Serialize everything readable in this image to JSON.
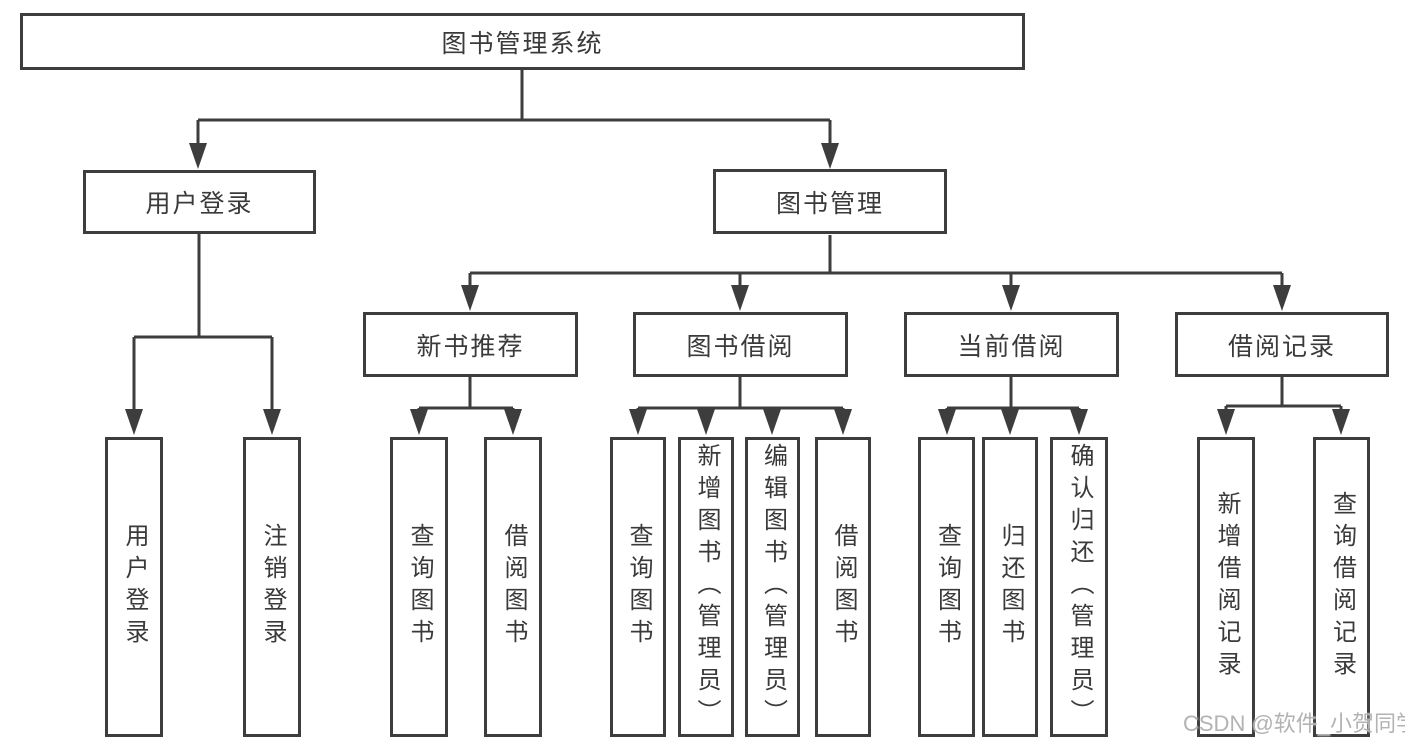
{
  "watermark": {
    "text": "CSDN @软件_小贺同学",
    "color": "#b3b3b3"
  },
  "styles": {
    "line_color": "#3d3d3d",
    "box_border_color": "#3d3d3d",
    "box_background": "#ffffff",
    "text_color": "#3a3a3a",
    "page_background": "#ffffff"
  },
  "tree": {
    "root": {
      "label": "图书管理系统",
      "children": [
        {
          "label": "用户登录",
          "children": [
            {
              "label": "用户登录"
            },
            {
              "label": "注销登录"
            }
          ]
        },
        {
          "label": "图书管理",
          "children": [
            {
              "label": "新书推荐",
              "children": [
                {
                  "label": "查询图书"
                },
                {
                  "label": "借阅图书"
                }
              ]
            },
            {
              "label": "图书借阅",
              "children": [
                {
                  "label": "查询图书"
                },
                {
                  "label": "新增图书（管理员）"
                },
                {
                  "label": "编辑图书（管理员）"
                },
                {
                  "label": "借阅图书"
                }
              ]
            },
            {
              "label": "当前借阅",
              "children": [
                {
                  "label": "查询图书"
                },
                {
                  "label": "归还图书"
                },
                {
                  "label": "确认归还（管理员）"
                }
              ]
            },
            {
              "label": "借阅记录",
              "children": [
                {
                  "label": "新增借阅记录"
                },
                {
                  "label": "查询借阅记录"
                }
              ]
            }
          ]
        }
      ]
    }
  }
}
